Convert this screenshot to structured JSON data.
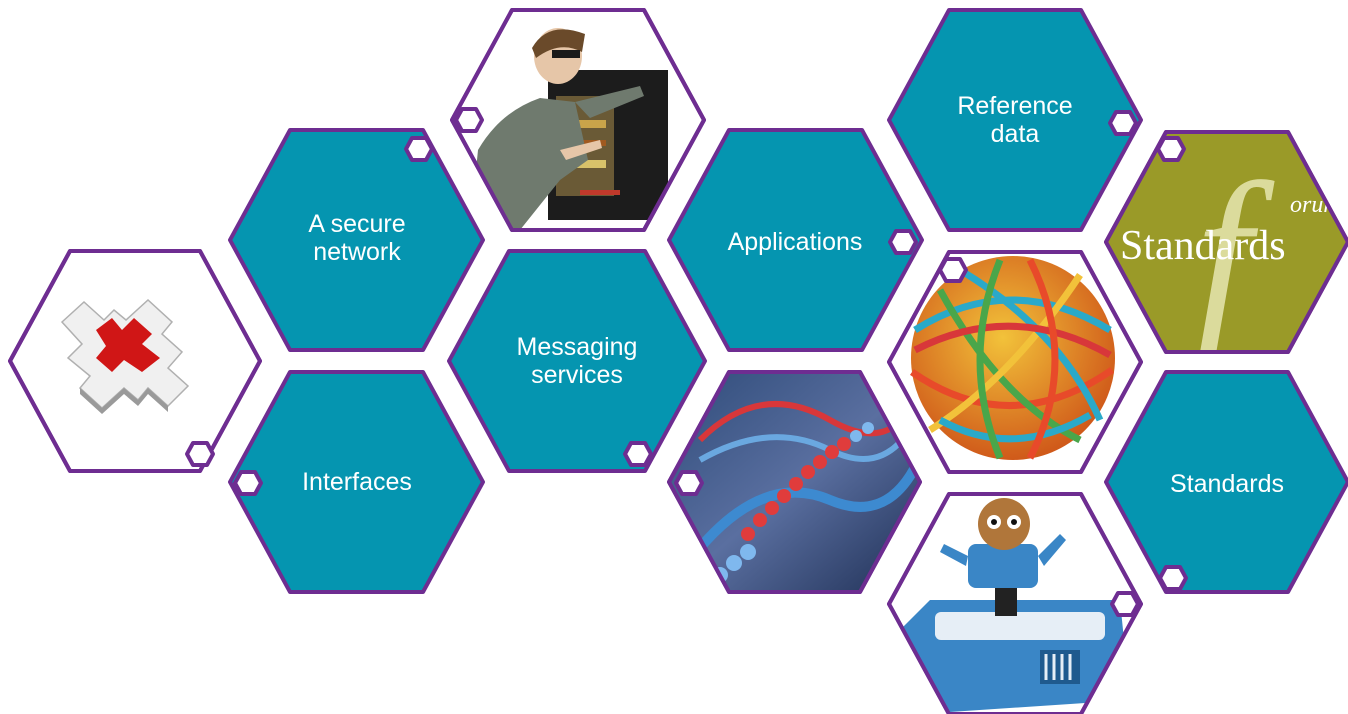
{
  "colors": {
    "hex_fill": "#0595b0",
    "outline": "#6e2d91",
    "image_hex_fill": "#ffffff",
    "label_text": "#ffffff",
    "standards_logo_bg": "#9a9a28",
    "standards_logo_text": "#ffffff"
  },
  "tiles": {
    "secure_network": "A secure\nnetwork",
    "interfaces": "Interfaces",
    "messaging_services": "Messaging\nservices",
    "applications": "Applications",
    "reference_data": "Reference\ndata",
    "standards": "Standards"
  },
  "images": {
    "puzzle": "puzzle-pieces-image",
    "technician": "computer-technician-image",
    "dna": "dna-helix-image",
    "rubber_band_ball": "rubber-band-ball-image",
    "standards_forum_logo": {
      "forum_text": "orum",
      "standards_text": "Standards"
    },
    "robot_mailbox": "robot-mailbox-image"
  }
}
